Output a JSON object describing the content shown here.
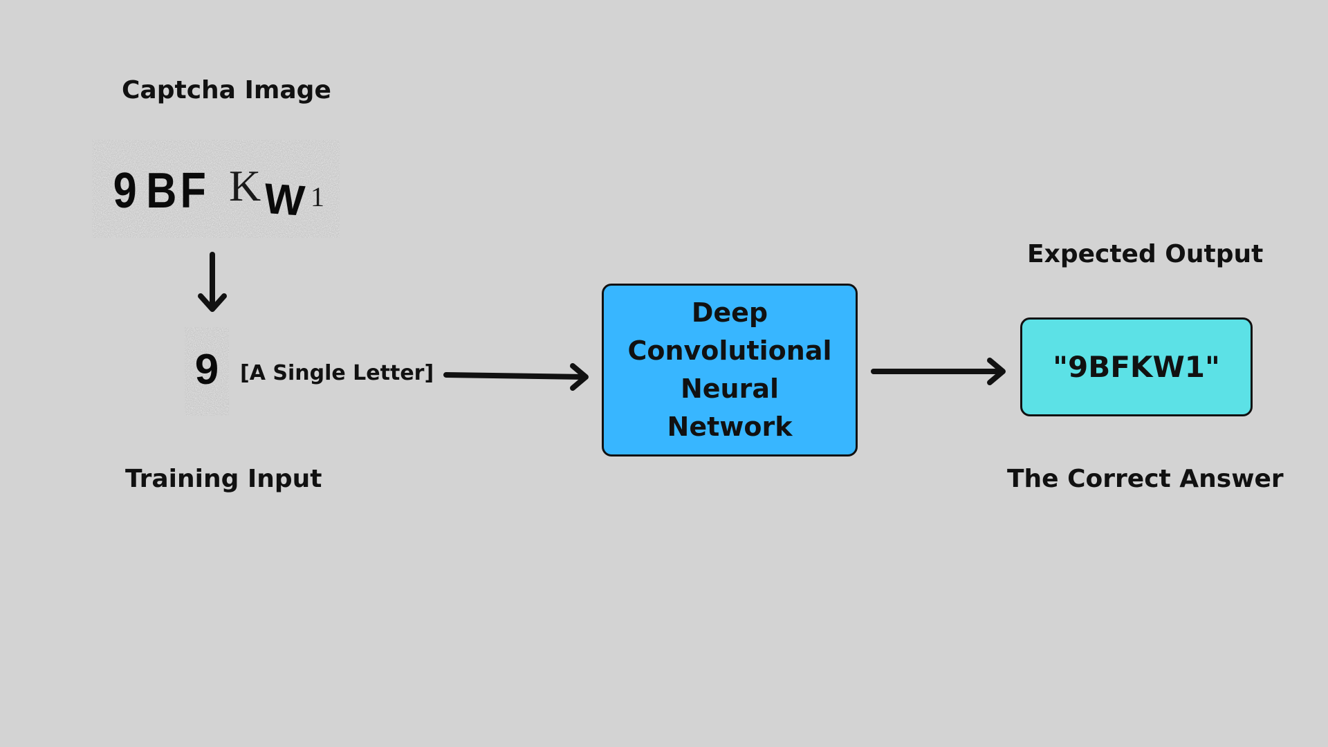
{
  "labels": {
    "captcha_image": "Captcha Image",
    "training_input": "Training Input",
    "single_letter_caption": "[A Single Letter]",
    "expected_output": "Expected Output",
    "correct_answer": "The Correct Answer"
  },
  "captcha": {
    "text": "9BFKW1",
    "single_letter": "9"
  },
  "model": {
    "lines": [
      "Deep",
      "Convolutional",
      "Neural",
      "Network"
    ],
    "fill_color": "#38b6ff",
    "border_color": "#111111"
  },
  "output": {
    "value": "\"9BFKW1\"",
    "fill_color": "#5ce1e6"
  },
  "colors": {
    "background": "#d3d3d3",
    "arrow": "#111111"
  }
}
